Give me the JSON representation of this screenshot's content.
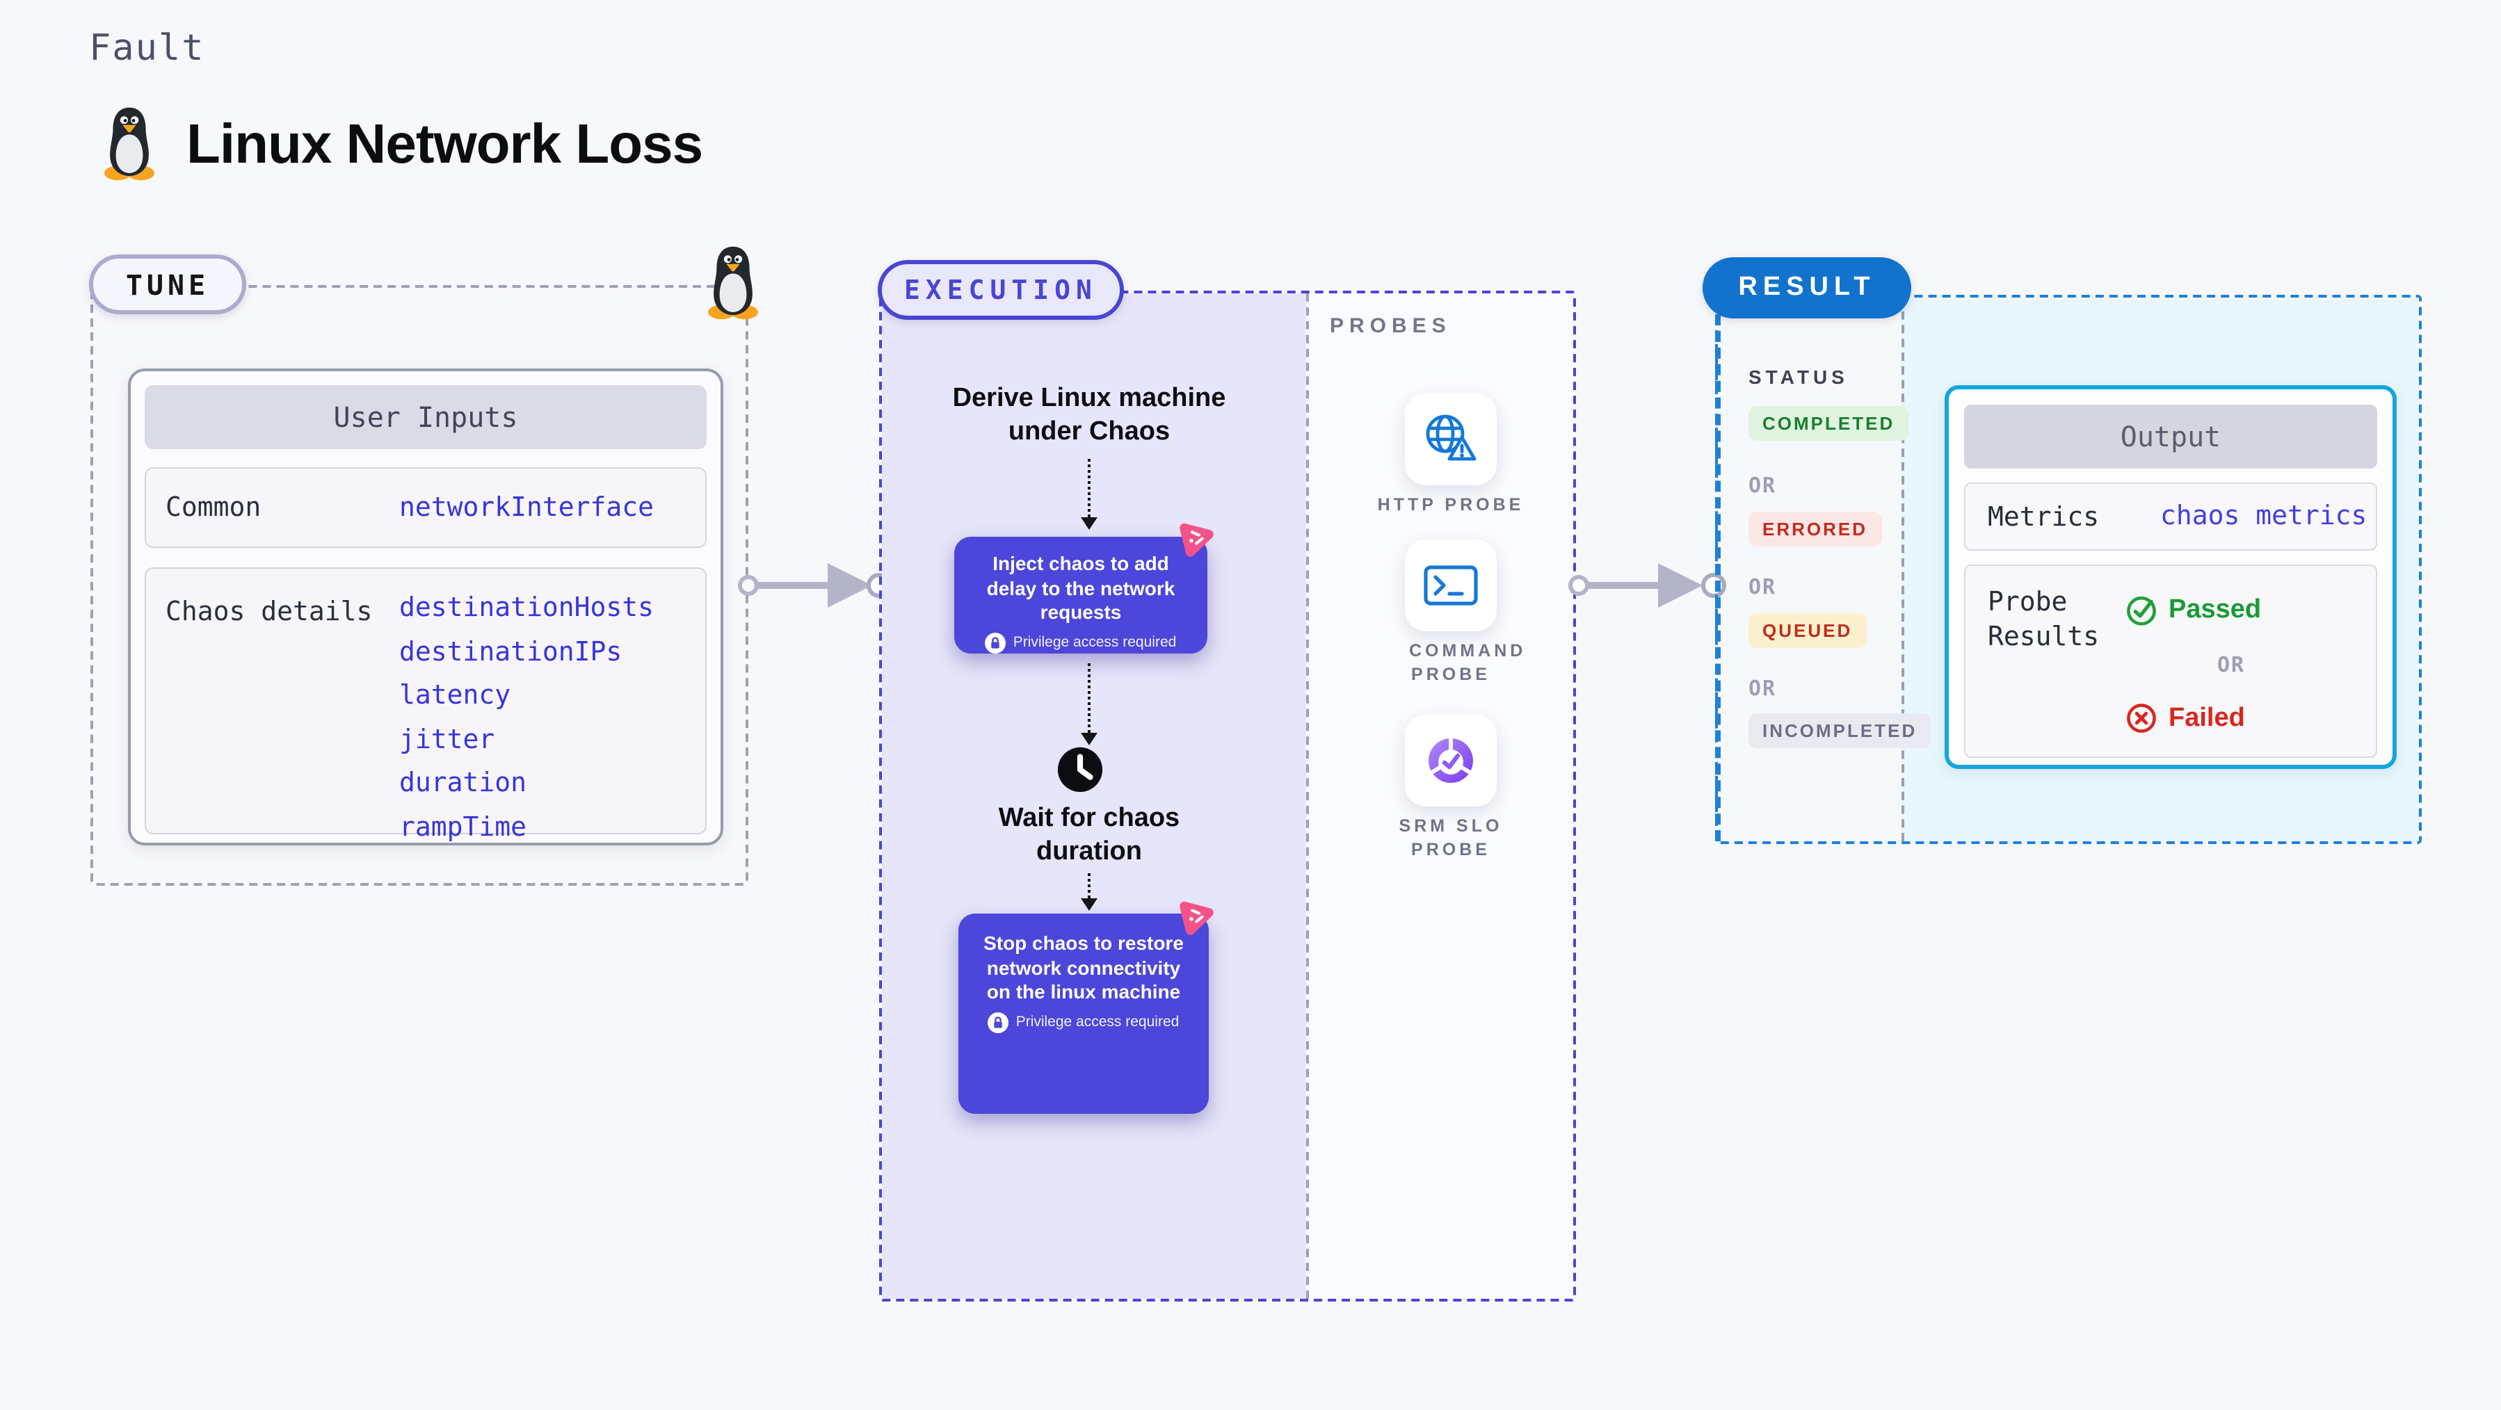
{
  "page": {
    "kicker": "Fault",
    "title": "Linux Network Loss"
  },
  "colors": {
    "accent_indigo": "#4B45D3",
    "accent_blue": "#1173CD",
    "accent_cyan": "#15A5DC",
    "step_purple": "#4C46DA",
    "chaos_pink": "#F4538A",
    "status_green": "#1A7F2D",
    "status_red": "#C52A1E",
    "queued_bg": "#FAF0CD",
    "or_gray": "#9B9FB1"
  },
  "tune": {
    "label": "TUNE",
    "card": {
      "header": "User Inputs",
      "rows": [
        {
          "label": "Common",
          "values": [
            "networkInterface"
          ]
        },
        {
          "label": "Chaos details",
          "values": [
            "destinationHosts",
            "destinationIPs",
            "latency",
            "jitter",
            "duration",
            "rampTime"
          ]
        }
      ]
    }
  },
  "execution": {
    "label": "EXECUTION",
    "flow": {
      "derive": "Derive Linux machine under Chaos",
      "inject": "Inject chaos to add delay to the network requests",
      "privilege": "Privilege access required",
      "wait": "Wait for chaos duration",
      "stop": "Stop chaos to restore network connectivity on the linux machine"
    }
  },
  "probes": {
    "label": "PROBES",
    "items": [
      {
        "name": "HTTP PROBE",
        "icon": "globe-alert-icon"
      },
      {
        "name": "COMMAND PROBE",
        "icon": "terminal-icon"
      },
      {
        "name": "SRM SLO PROBE",
        "icon": "slo-donut-check-icon"
      }
    ]
  },
  "result": {
    "label": "RESULT",
    "status": {
      "label": "STATUS",
      "separator": "OR",
      "badges": [
        {
          "text": "COMPLETED",
          "fg": "#1A7F2D",
          "bg": "#DFF3DF"
        },
        {
          "text": "ERRORED",
          "fg": "#C52A1E",
          "bg": "#FBE8E6"
        },
        {
          "text": "QUEUED",
          "fg": "#C02B1E",
          "bg": "#FAF0CD"
        },
        {
          "text": "INCOMPLETED",
          "fg": "#6A7083",
          "bg": "#E9E9F0"
        }
      ]
    },
    "output": {
      "header": "Output",
      "metrics_label": "Metrics",
      "metrics_value": "chaos metrics",
      "probe_results_label": "Probe Results",
      "passed": "Passed",
      "separator": "OR",
      "failed": "Failed"
    }
  }
}
